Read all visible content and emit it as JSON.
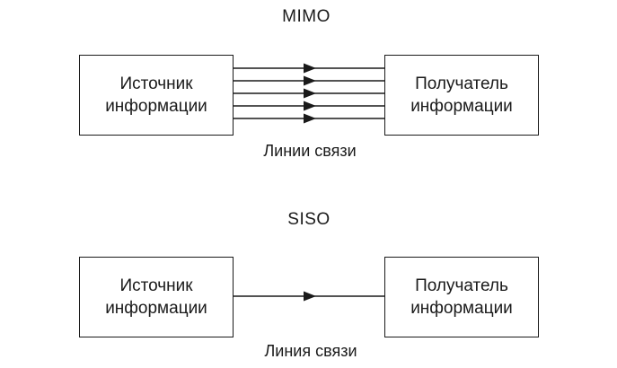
{
  "mimo": {
    "title": "MIMO",
    "source": {
      "line1": "Источник",
      "line2": "информации"
    },
    "receiver": {
      "line1": "Получатель",
      "line2": "информации"
    },
    "caption": "Линии связи",
    "channel_count": 5
  },
  "siso": {
    "title": "SISO",
    "source": {
      "line1": "Источник",
      "line2": "информации"
    },
    "receiver": {
      "line1": "Получатель",
      "line2": "информации"
    },
    "caption": "Линия связи",
    "channel_count": 1
  },
  "colors": {
    "stroke": "#1a1a1a",
    "background": "#ffffff"
  }
}
